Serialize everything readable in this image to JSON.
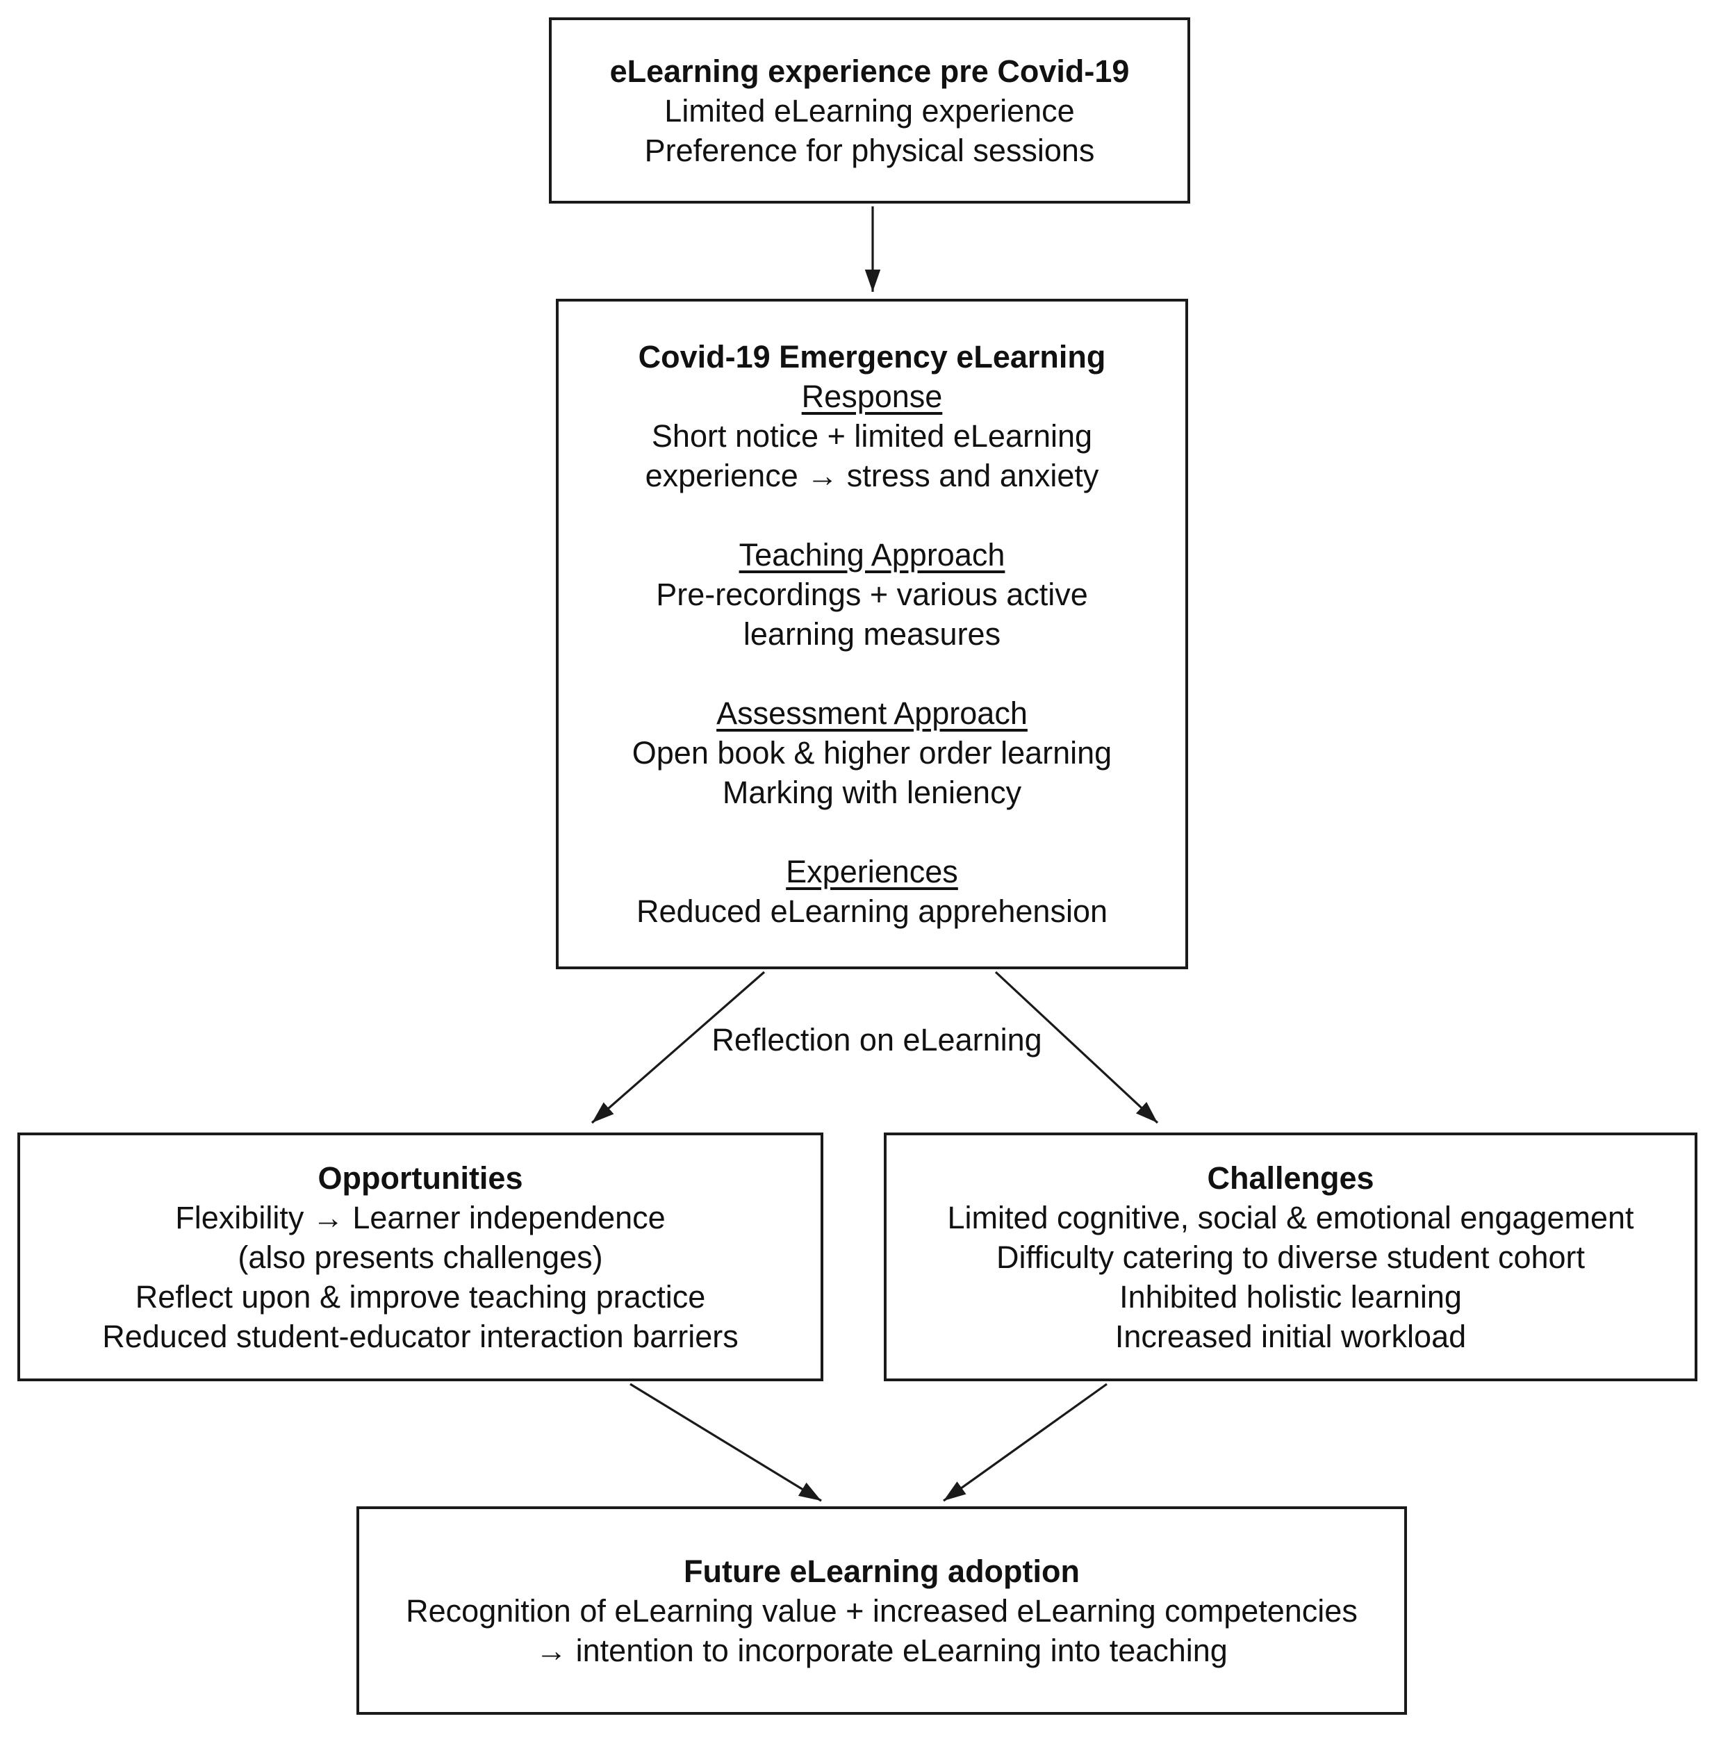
{
  "canvas": {
    "background": "#ffffff",
    "border_color": "#1a1a1a",
    "text_color": "#111111"
  },
  "edge_label": "Reflection on eLearning",
  "boxes": {
    "pre_covid": {
      "title": "eLearning experience pre Covid-19",
      "lines": [
        "Limited eLearning experience",
        "Preference for physical sessions"
      ]
    },
    "emergency": {
      "title": "Covid-19 Emergency eLearning",
      "sections": [
        {
          "heading": "Response",
          "lines": [
            "Short notice + limited eLearning",
            "experience → stress and anxiety"
          ]
        },
        {
          "heading": "Teaching Approach",
          "lines": [
            "Pre-recordings + various active",
            "learning measures"
          ]
        },
        {
          "heading": "Assessment Approach",
          "lines": [
            "Open book & higher order learning",
            "Marking with leniency"
          ]
        },
        {
          "heading": "Experiences",
          "lines": [
            "Reduced eLearning apprehension"
          ]
        }
      ]
    },
    "opportunities": {
      "title": "Opportunities",
      "lines": [
        "Flexibility → Learner independence",
        "(also presents challenges)",
        "Reflect upon & improve teaching practice",
        "Reduced student-educator interaction barriers"
      ]
    },
    "challenges": {
      "title": "Challenges",
      "lines": [
        "Limited cognitive, social & emotional engagement",
        "Difficulty catering to diverse student cohort",
        "Inhibited holistic learning",
        "Increased initial workload"
      ]
    },
    "future": {
      "title": "Future eLearning adoption",
      "lines": [
        "Recognition of eLearning value + increased eLearning competencies",
        "→ intention to incorporate eLearning into teaching"
      ]
    }
  }
}
